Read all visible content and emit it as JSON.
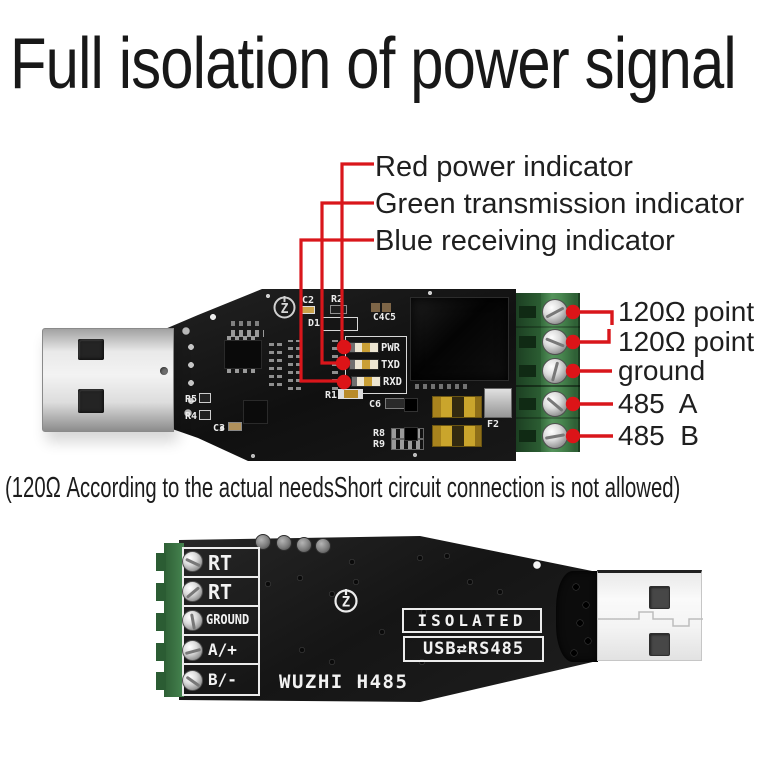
{
  "title": "Full isolation of power signal",
  "caption": "(120Ω According to the actual needsShort circuit connection is not allowed)",
  "colors": {
    "annotation_red": "#d9161b",
    "pcb_black": "#161616",
    "terminal_green": "#47854f",
    "text_dark": "#1f1f1f",
    "background": "#ffffff"
  },
  "annotations": {
    "left": [
      {
        "label": "Red power indicator"
      },
      {
        "label": "Green transmission indicator"
      },
      {
        "label": "Blue receiving indicator"
      }
    ],
    "right": [
      {
        "label": "120Ω point"
      },
      {
        "label": "120Ω point"
      },
      {
        "label": "ground"
      },
      {
        "label": "485  A"
      },
      {
        "label": "485  B"
      }
    ]
  },
  "top_board": {
    "led_labels": [
      "PWR",
      "TXD",
      "RXD"
    ],
    "silkscreen": {
      "c2": "C2",
      "r2": "R2",
      "c4c5": "C4C5",
      "d1": "D1",
      "r1": "R1",
      "c6": "C6",
      "r8": "R8",
      "r9": "R9",
      "f2": "F2",
      "r5": "R5",
      "r4": "R4",
      "c3": "C3"
    },
    "logo_letter": "Z"
  },
  "bottom_board": {
    "terminal_labels": [
      "RT",
      "RT",
      "GROUND",
      "A/+",
      "B/-"
    ],
    "brand": "WUZHI H485",
    "isolated_badge": "ISOLATED",
    "usb_rs485_badge": "USB⇄RS485",
    "logo_letter": "Z"
  }
}
